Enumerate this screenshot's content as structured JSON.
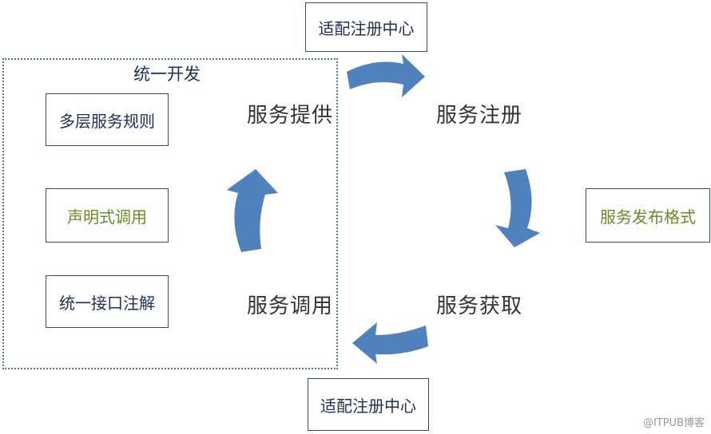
{
  "region": {
    "title": "统一开发"
  },
  "boxes": {
    "registry_top": "适配注册中心",
    "registry_bottom": "适配注册中心",
    "multi_layer_rules": "多层服务规则",
    "declarative_call": "声明式调用",
    "unified_annotation": "统一接口注解",
    "publish_format": "服务发布格式"
  },
  "stages": {
    "provide": "服务提供",
    "register": "服务注册",
    "acquire": "服务获取",
    "invoke": "服务调用"
  },
  "watermark": "@ITPUB博客",
  "colors": {
    "arrow": "#4f81bd",
    "region_border": "#4a78bd",
    "box_border": "#3b4a6b",
    "dark_text": "#1f2d5a",
    "green_text": "#6a8a26"
  }
}
